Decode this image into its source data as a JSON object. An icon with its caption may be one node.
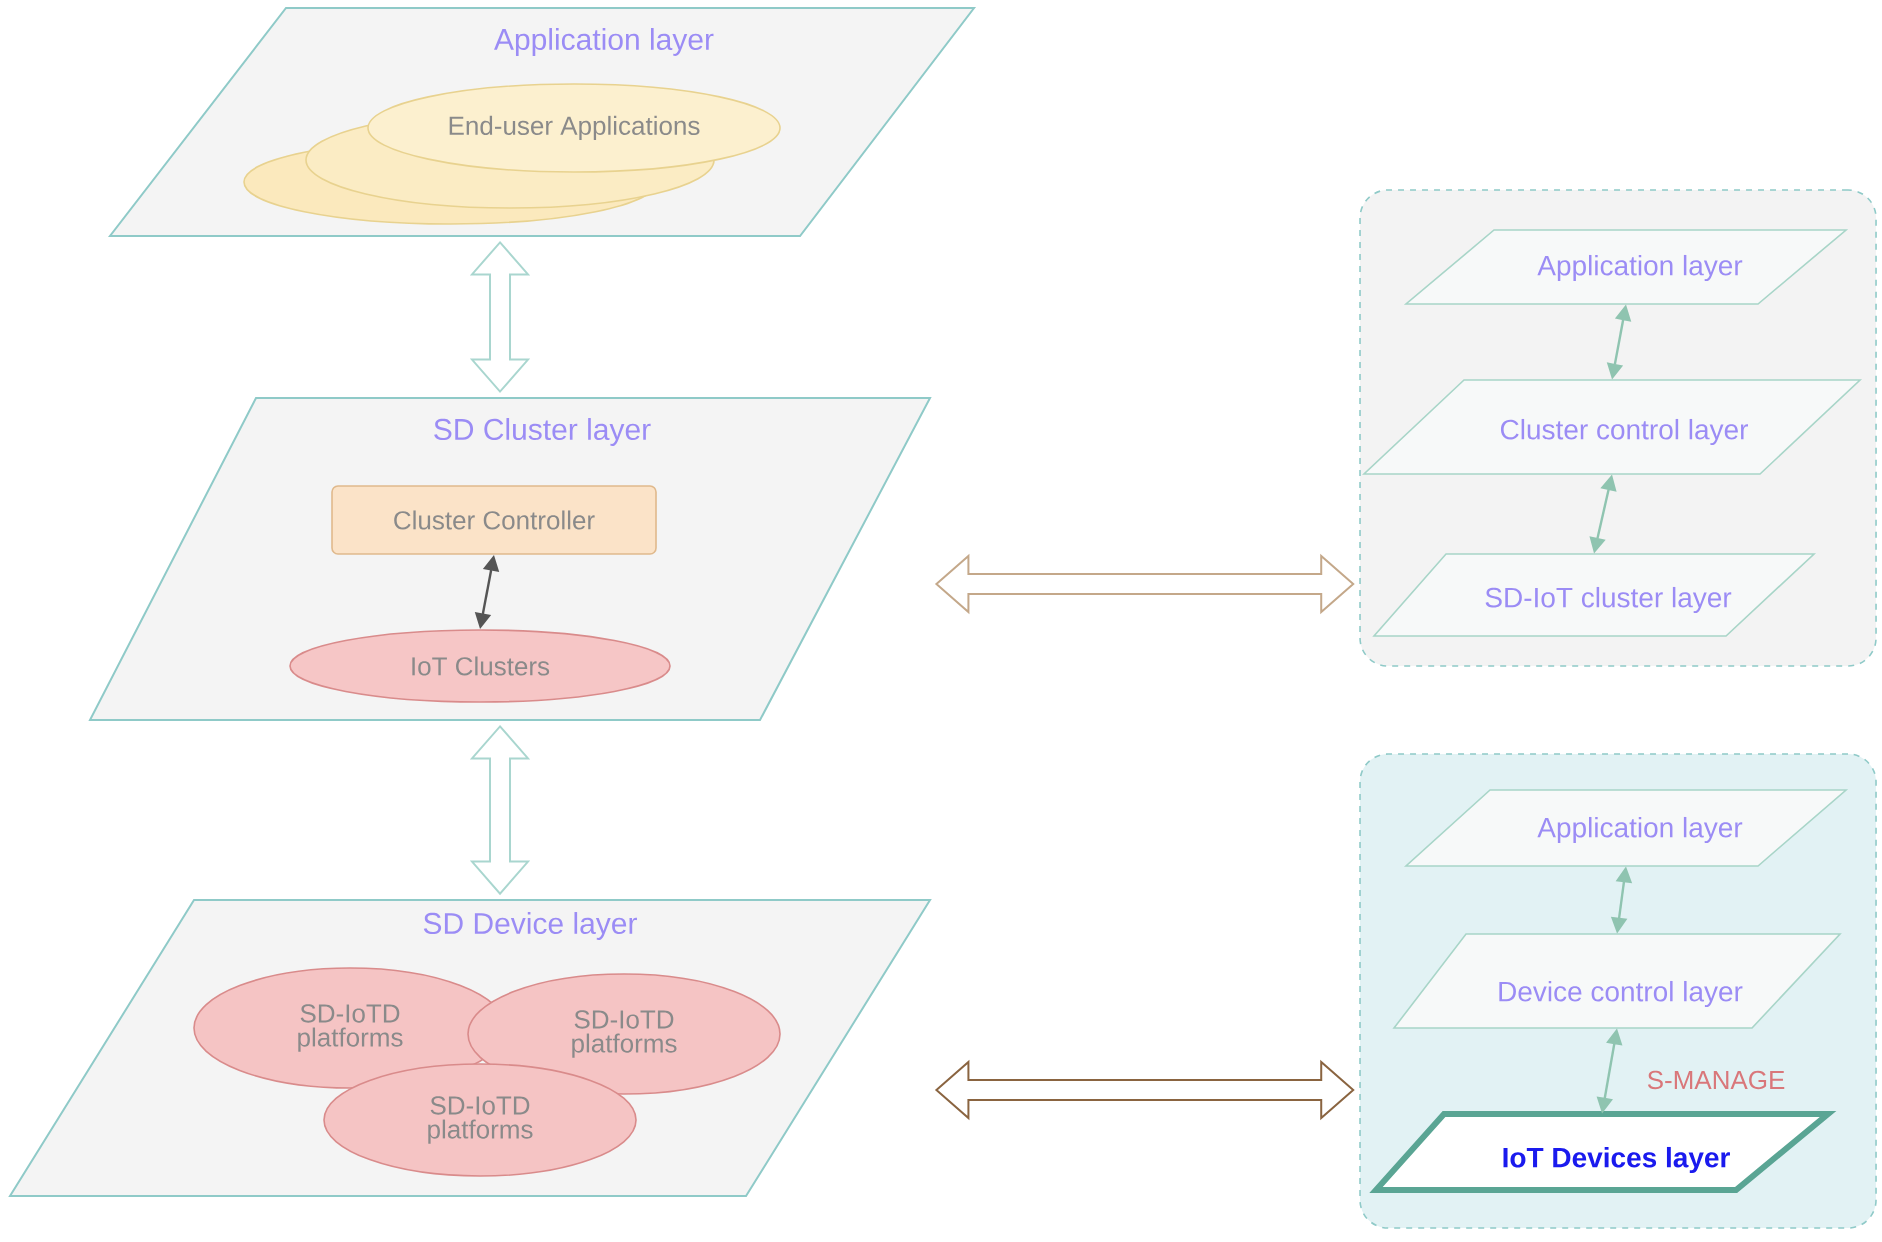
{
  "diagram": {
    "nodes": [
      {
        "text": [
          "Application layer"
        ]
      },
      {
        "text": [
          "End-user Applications"
        ],
        "in": 0
      },
      {
        "text": [
          "SD Cluster layer"
        ]
      },
      {
        "text": [
          "Cluster Controller"
        ],
        "in": 2
      },
      {
        "text": [
          "IoT Clusters"
        ],
        "in": 2
      },
      {
        "text": [
          "SD Device layer"
        ]
      },
      {
        "text": [
          "SD-IoTD platforms"
        ],
        "in": 5
      },
      {
        "text": [
          "SD-IoTD platforms"
        ],
        "in": 5
      },
      {
        "text": [
          "SD-IoTD platforms"
        ],
        "in": 5
      },
      {
        "text": [],
        "shape": "box"
      },
      {
        "text": [
          "Application layer"
        ],
        "in": 9
      },
      {
        "text": [
          "Cluster control layer"
        ],
        "in": 9
      },
      {
        "text": [
          "SD-IoT cluster layer"
        ],
        "in": 9
      },
      {
        "text": [],
        "shape": "box"
      },
      {
        "text": [
          "Application layer"
        ],
        "in": 13
      },
      {
        "text": [
          "Device control layer"
        ],
        "in": 13
      },
      {
        "text": [
          "IoT Devices layer"
        ],
        "in": 13
      }
    ],
    "edges": [
      {
        "from": 0,
        "to": 2,
        "arrow": "both",
        "style": "thick",
        "color": "#a9d6cf"
      },
      {
        "from": 2,
        "to": 5,
        "arrow": "both",
        "style": "thick",
        "color": "#a9d6cf"
      },
      {
        "from": 2,
        "to": 9,
        "arrow": "both",
        "style": "thick",
        "color": "#c4a88a"
      },
      {
        "from": 5,
        "to": 13,
        "arrow": "both",
        "style": "thick",
        "color": "#8a6440"
      },
      {
        "from": 3,
        "to": 4,
        "arrow": "both",
        "color": "#555555"
      },
      {
        "from": 10,
        "to": 11,
        "arrow": "both",
        "color": "#8fc4b0"
      },
      {
        "from": 11,
        "to": 12,
        "arrow": "both",
        "color": "#8fc4b0"
      },
      {
        "from": 14,
        "to": 15,
        "arrow": "both",
        "color": "#8fc4b0"
      },
      {
        "from": 15,
        "to": 16,
        "arrow": "both",
        "color": "#8fc4b0",
        "label": "S-MANAGE"
      }
    ]
  }
}
